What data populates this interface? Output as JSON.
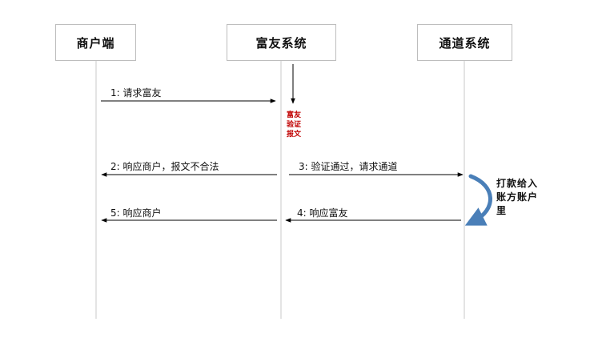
{
  "participants": [
    "商户端",
    "富友系统",
    "通道系统"
  ],
  "validation_note": [
    "富友",
    "验证",
    "报文"
  ],
  "messages": [
    "1: 请求富友",
    "2: 响应商户，报文不合法",
    "3: 验证通过，请求通道",
    "4: 响应富友",
    "5: 响应商户"
  ],
  "side_note": [
    "打款给入",
    "账方账户",
    "里"
  ],
  "colors": {
    "lifeline": "#c8c8c8",
    "box_border": "#bdbdbd",
    "arrow": "#000000",
    "note_text": "#c00000",
    "curve_arrow": "#4a7fb8"
  }
}
